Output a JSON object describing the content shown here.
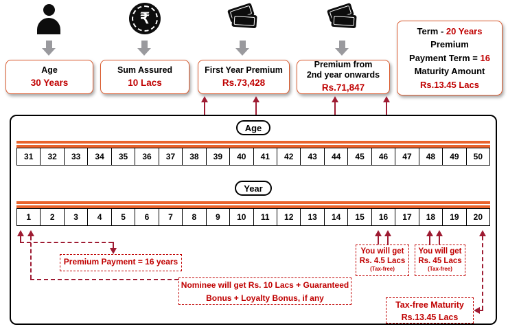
{
  "colors": {
    "accent_orange": "#E9632C",
    "card_border": "#D9582B",
    "value_red": "#C00000",
    "arrow_maroon": "#9E1B32"
  },
  "icons": {
    "rupee_glyph": "₹"
  },
  "header": {
    "cards": [
      {
        "icon": "person-icon",
        "title": "Age",
        "value": "30 Years"
      },
      {
        "icon": "rupee-coin-icon",
        "title": "Sum Assured",
        "value": "10 Lacs"
      },
      {
        "icon": "cash-icon",
        "title": "First Year Premium",
        "value": "Rs.73,428"
      },
      {
        "icon": "cash-icon",
        "title_l1": "Premium from",
        "title_l2": "2nd year onwards",
        "value": "Rs.71,847"
      }
    ],
    "term_card": {
      "l1a": "Term - ",
      "l1b": "20 Years",
      "l2": "Premium",
      "l3a": "Payment Term = ",
      "l3b": "16",
      "l4": "Maturity Amount",
      "l5": "Rs.13.45 Lacs"
    }
  },
  "timeline": {
    "age_label": "Age",
    "ages": [
      "31",
      "32",
      "33",
      "34",
      "35",
      "36",
      "37",
      "38",
      "39",
      "40",
      "41",
      "42",
      "43",
      "44",
      "45",
      "46",
      "47",
      "48",
      "49",
      "50"
    ],
    "year_label": "Year",
    "years": [
      "1",
      "2",
      "3",
      "4",
      "5",
      "6",
      "7",
      "8",
      "9",
      "10",
      "11",
      "12",
      "13",
      "14",
      "15",
      "16",
      "17",
      "18",
      "19",
      "20"
    ]
  },
  "annotations": {
    "premium_payment": "Premium Payment = 16 years",
    "benefit_year16": {
      "l1": "You will get",
      "l2": "Rs. 4.5 Lacs",
      "l3": "(Tax-free)"
    },
    "benefit_year18": {
      "l1": "You will get",
      "l2": "Rs. 45 Lacs",
      "l3": "(Tax-free)"
    },
    "nominee_l1": "Nominee will get Rs. 10 Lacs + Guaranteed",
    "nominee_l2": "Bonus + Loyalty Bonus, if any",
    "maturity_l1": "Tax-free Maturity",
    "maturity_l2": "Rs.13.45 Lacs"
  }
}
